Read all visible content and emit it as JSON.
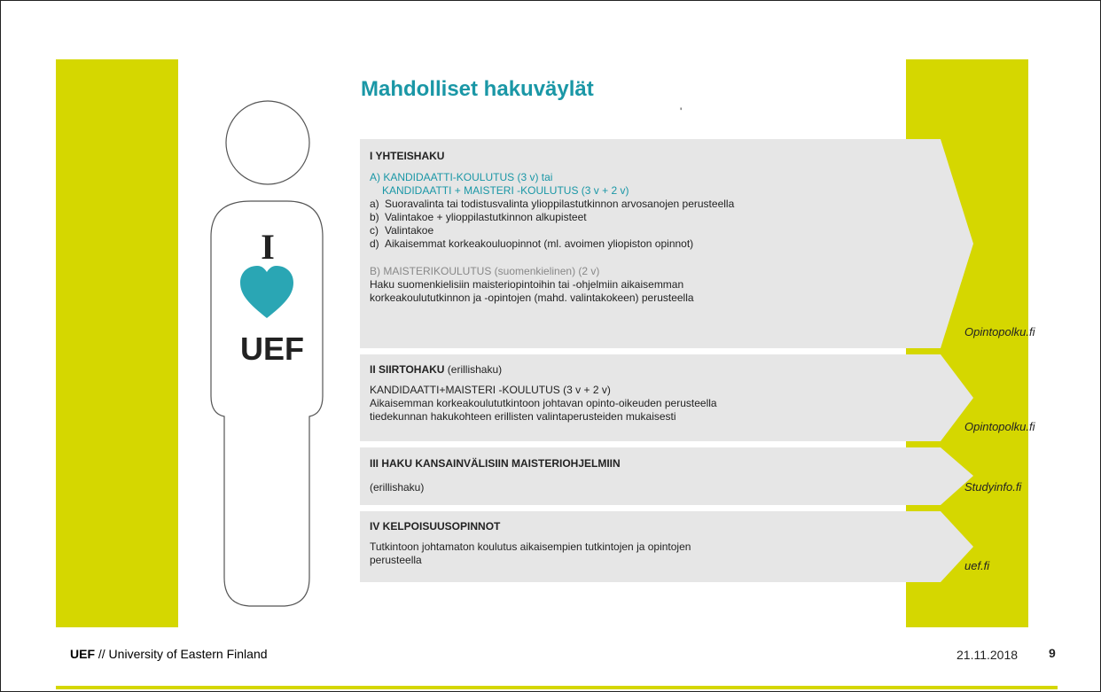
{
  "slide": {
    "heading": "Mahdolliset hakuväylät",
    "tick": "'",
    "badge": {
      "i_letter": "I",
      "uef": "UEF"
    },
    "panels": [
      {
        "title": "I YHTEISHAKU",
        "subtitle": "",
        "section_a_line1": "A) KANDIDAATTI-KOULUTUS (3 v) tai",
        "section_a_line2": "KANDIDAATTI + MAISTERI -KOULUTUS (3 v + 2 v)",
        "items": [
          {
            "label": "a)",
            "text": "Suoravalinta tai todistusvalinta ylioppilastutkinnon arvosanojen perusteella"
          },
          {
            "label": "b)",
            "text": "Valintakoe + ylioppilastutkinnon alkupisteet"
          },
          {
            "label": "c)",
            "text": "Valintakoe"
          },
          {
            "label": "d)",
            "text": "Aikaisemmat korkeakouluopinnot (ml. avoimen yliopiston opinnot)"
          }
        ],
        "section_b_title": "B) MAISTERIKOULUTUS (suomenkielinen) (2 v)",
        "section_b_text": "Haku suomenkielisiin maisteriopintoihin tai -ohjelmiin aikaisemman korkeakoulututkinnon ja -opintojen (mahd. valintakokeen) perusteella",
        "link": "Opintopolku.fi"
      },
      {
        "title": "II SIIRTOHAKU",
        "title_suffix": "(erillishaku)",
        "line1": "KANDIDAATTI+MAISTERI -KOULUTUS (3 v + 2 v)",
        "text": "Aikaisemman korkeakoulututkintoon johtavan opinto-oikeuden perusteella tiedekunnan hakukohteen erillisten valintaperusteiden mukaisesti",
        "link": "Opintopolku.fi"
      },
      {
        "title": "III HAKU KANSAINVÄLISIIN MAISTERIOHJELMIIN",
        "text": "(erillishaku)",
        "link": "Studyinfo.fi"
      },
      {
        "title": "IV KELPOISUUSOPINNOT",
        "text": "Tutkintoon johtamaton koulutus aikaisempien tutkintojen ja opintojen perusteella",
        "link": "uef.fi"
      }
    ]
  },
  "footer": {
    "org_bold": "UEF",
    "org_rest": " // University of Eastern Finland",
    "date": "21.11.2018",
    "page": "9"
  },
  "colors": {
    "accent_band": "#d5d700",
    "heading": "#1a97a6",
    "heart": "#2aa6b4",
    "panel": "#e6e6e6"
  }
}
